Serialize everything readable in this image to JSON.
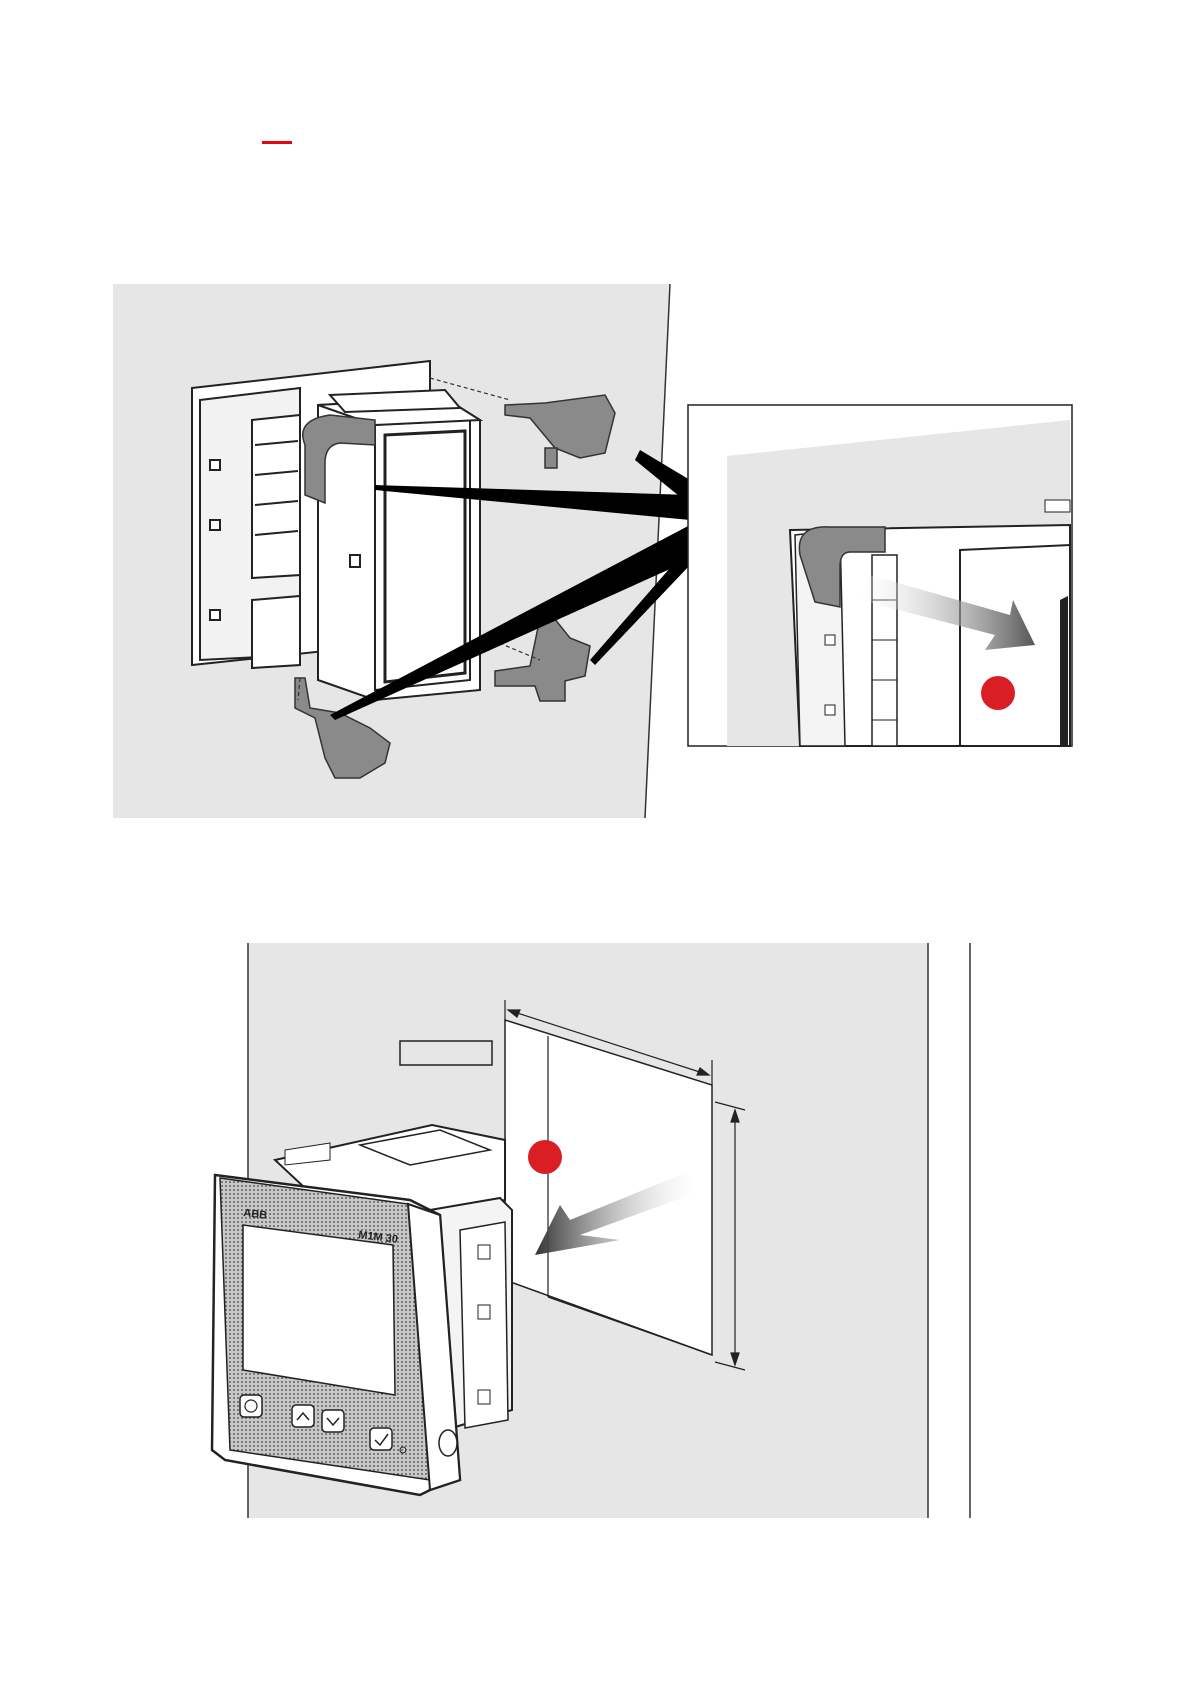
{
  "page": {
    "accent_color": "#e30613",
    "panel_color": "#e6e6e6",
    "callout_color": "#d91e24"
  },
  "figure_1": {
    "left_panel": {
      "description_icon": "panel-with-meter-rear-clips"
    },
    "detail_inset": {
      "icon": "clip-release-detail"
    }
  },
  "figure_2": {
    "device_brand": "ABB",
    "device_model": "M1M 30",
    "icons": [
      "menu-icon",
      "up-arrow-icon",
      "down-arrow-icon",
      "check-icon"
    ]
  }
}
